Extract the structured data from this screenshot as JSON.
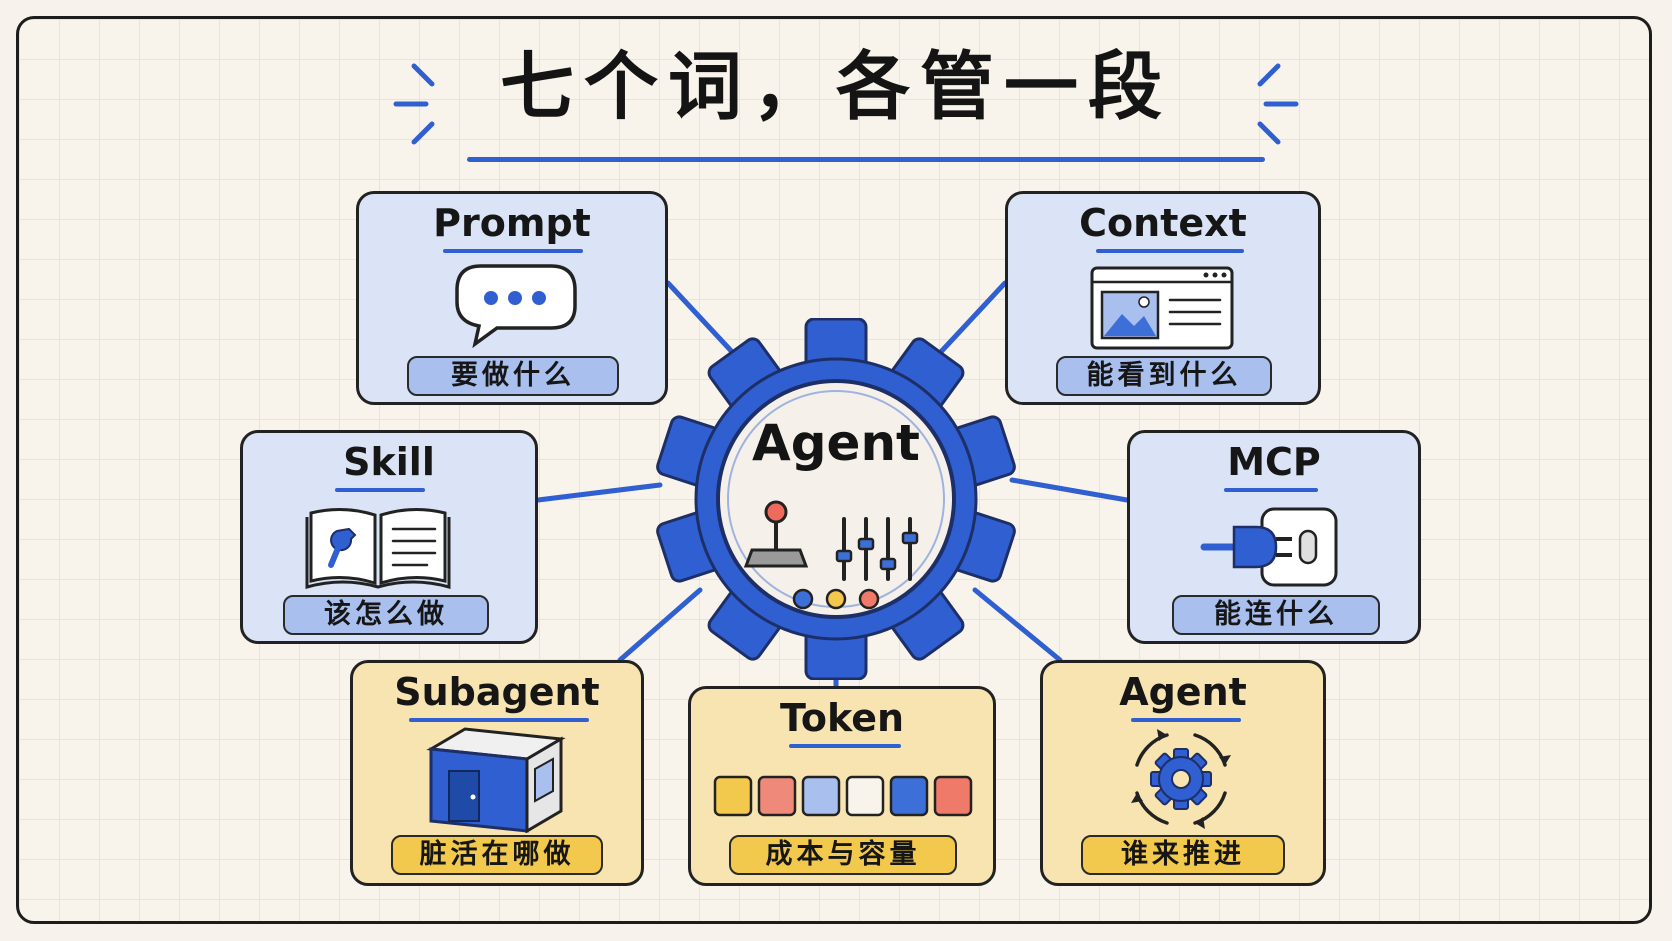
{
  "title": "七个词，各管一段",
  "hub": {
    "label": "Agent"
  },
  "cards": {
    "prompt": {
      "title": "Prompt",
      "caption": "要做什么"
    },
    "context": {
      "title": "Context",
      "caption": "能看到什么"
    },
    "skill": {
      "title": "Skill",
      "caption": "该怎么做"
    },
    "mcp": {
      "title": "MCP",
      "caption": "能连什么"
    },
    "subagent": {
      "title": "Subagent",
      "caption": "脏活在哪做"
    },
    "token": {
      "title": "Token",
      "caption": "成本与容量"
    },
    "agent": {
      "title": "Agent",
      "caption": "谁来推进"
    }
  },
  "colors": {
    "accent_blue": "#2f5fd0",
    "card_blue": "#dbe4f6",
    "card_yellow": "#f7e4b1",
    "pill_blue": "#a9c0ef",
    "pill_yellow": "#f2c94c",
    "token_squares": [
      "#f2c94c",
      "#ef8a7a",
      "#a9c0ef",
      "#f8f4ec",
      "#3d6fd8",
      "#ef7a6a"
    ]
  },
  "icons": {
    "prompt": "speech-bubble-icon",
    "context": "browser-window-icon",
    "skill": "open-book-wrench-icon",
    "mcp": "plug-socket-icon",
    "subagent": "box-room-icon",
    "token": "token-blocks-icon",
    "agent": "cycle-gear-icon",
    "hub": "gear-icon"
  }
}
